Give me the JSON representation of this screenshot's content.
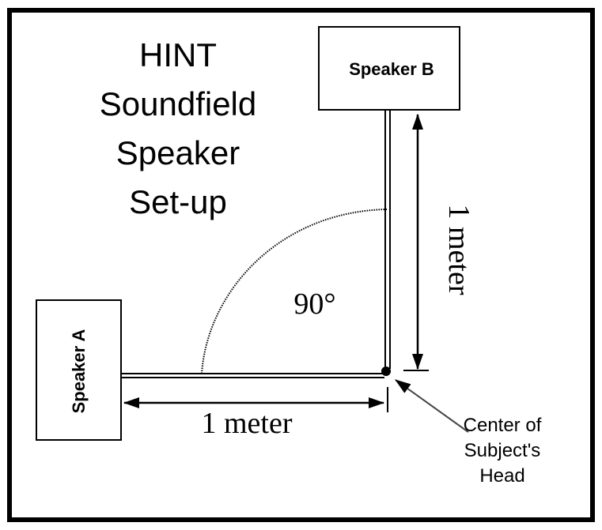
{
  "title": {
    "lines": [
      "HINT",
      "Soundfield",
      "Speaker",
      "Set-up"
    ]
  },
  "speakers": {
    "a": {
      "label": "Speaker A"
    },
    "b": {
      "label": "Speaker B"
    }
  },
  "angle_label": "90°",
  "dimensions": {
    "horizontal_label": "1 meter",
    "vertical_label": "1 meter"
  },
  "center_label": {
    "lines": [
      "Center of",
      "Subject's",
      "Head"
    ]
  },
  "colors": {
    "stroke": "#000000",
    "background": "#ffffff"
  }
}
